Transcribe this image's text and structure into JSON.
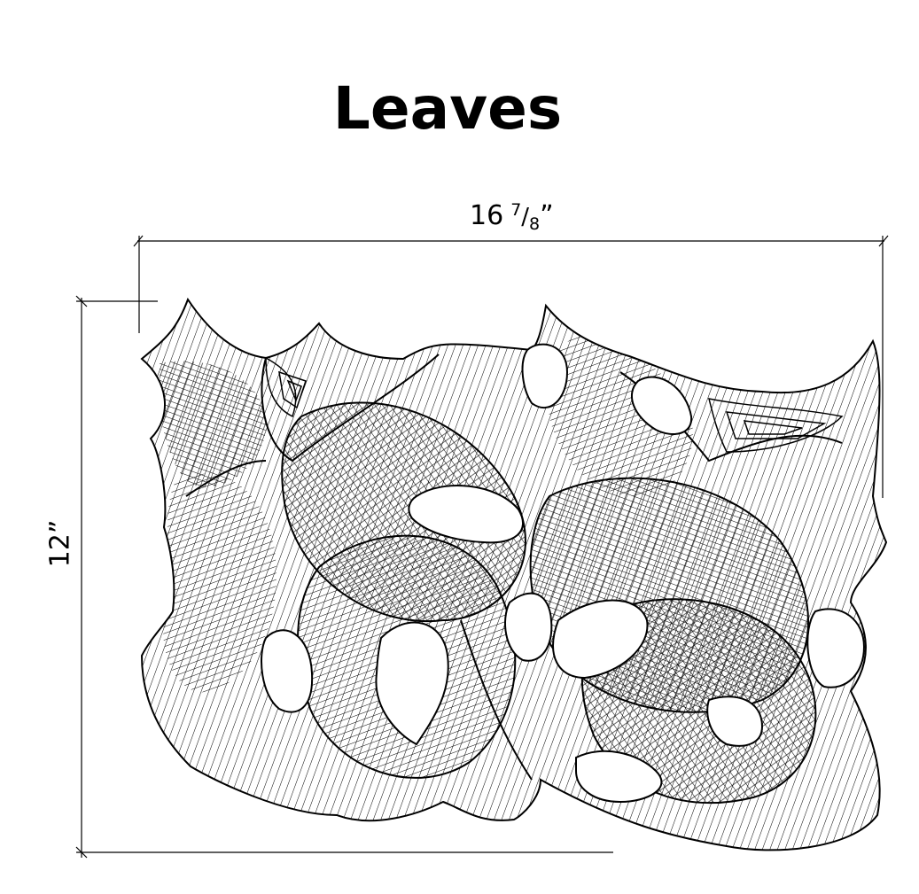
{
  "title": "Leaves",
  "dimensions": {
    "width_whole": "16",
    "width_numerator": "7",
    "width_slash": "/",
    "width_denominator": "8",
    "width_unit": "”",
    "height": "12”"
  }
}
